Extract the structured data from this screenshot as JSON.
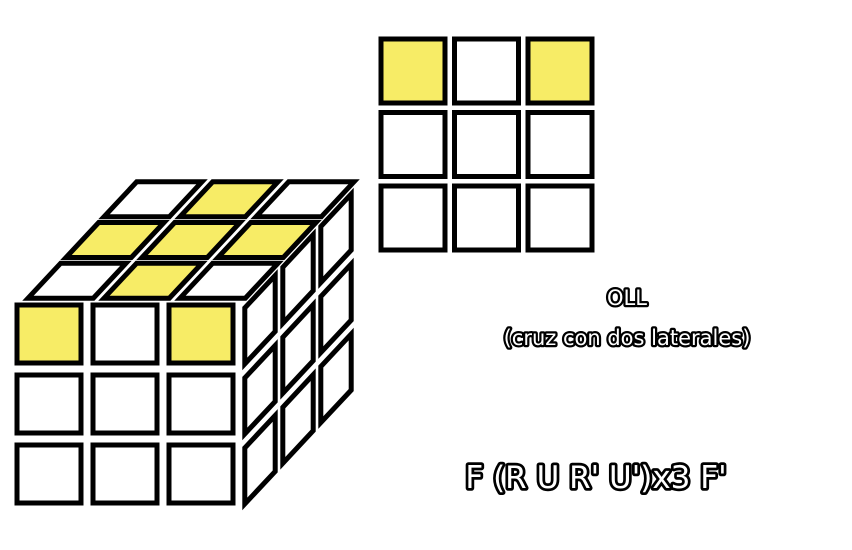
{
  "labels": {
    "title": "OLL",
    "subtitle": "(cruz con dos laterales)",
    "algorithm": "F (R U R' U')x3 F'"
  },
  "colors": {
    "yellow": "#f7ec66",
    "white": "#ffffff",
    "border": "#000000"
  },
  "top_view_grid": [
    [
      "yellow",
      "white",
      "yellow"
    ],
    [
      "white",
      "white",
      "white"
    ],
    [
      "white",
      "white",
      "white"
    ]
  ],
  "cube": {
    "top_face": [
      [
        "white",
        "yellow",
        "white"
      ],
      [
        "yellow",
        "yellow",
        "yellow"
      ],
      [
        "white",
        "yellow",
        "white"
      ]
    ],
    "front_face": [
      [
        "yellow",
        "white",
        "yellow"
      ],
      [
        "white",
        "white",
        "white"
      ],
      [
        "white",
        "white",
        "white"
      ]
    ],
    "right_face": [
      [
        "white",
        "white",
        "white"
      ],
      [
        "white",
        "white",
        "white"
      ],
      [
        "white",
        "white",
        "white"
      ]
    ]
  }
}
